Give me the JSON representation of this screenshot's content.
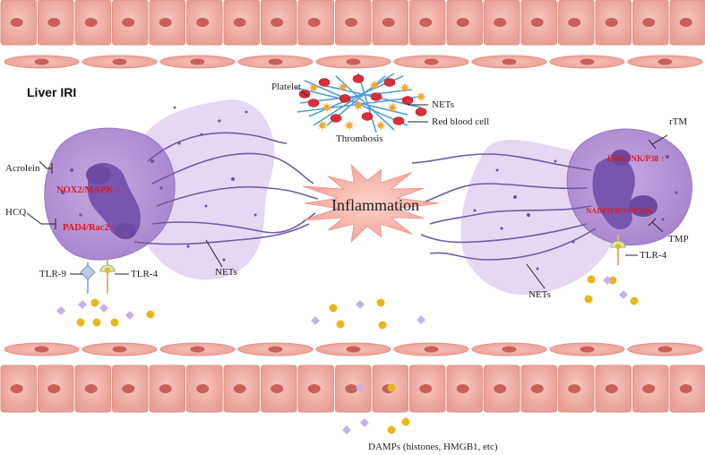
{
  "title": "Liver IRI",
  "center_label": "Inflammation",
  "thrombosis": {
    "platelet": "Platelet",
    "nets": "NETs",
    "red_blood_cell": "Red blood cell",
    "caption": "Thrombosis"
  },
  "left_cell": {
    "acrolein": "Acrolein",
    "hcq": "HCQ",
    "pathway1": "NOX2/MAPK",
    "pathway2": "PAD4/Rac2",
    "arrow": "↑",
    "tlr9": "TLR-9",
    "tlr4": "TLR-4",
    "nets": "NETs"
  },
  "right_cell": {
    "rtm": "rTM",
    "pathway1": "ERK/JNK/P38",
    "pathway2": "NADPH/ROS/PAD4",
    "arrow": "↑",
    "tmp": "TMP",
    "tlr4": "TLR-4",
    "nets": "NETs"
  },
  "damps": "DAMPs (histones, HMGB1, etc)",
  "colors": {
    "cell_pink": "#f2b0a8",
    "cell_nucleus": "#c9605a",
    "neutrophil": "#c9aee0",
    "nucleus_purple": "#7656ae",
    "nets_line": "#6f5aa8",
    "damp_yellow": "#e8b81a",
    "damp_purple": "#c6b2ea",
    "inflammation": "#f6b2a8",
    "pathway_red": "#e0161b"
  }
}
